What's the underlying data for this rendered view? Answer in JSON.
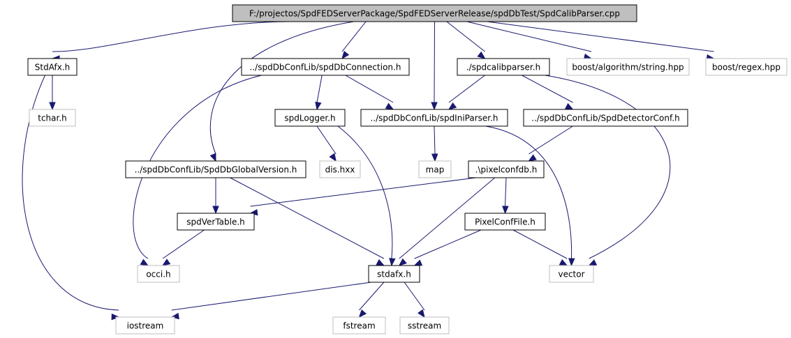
{
  "nodes": [
    {
      "id": "root",
      "label": "F:/projectos/SpdFEDServerPackage/SpdFEDServerRelease/spdDbTest/SpdCalibParser.cpp",
      "kind": "root"
    },
    {
      "id": "stdafx_h",
      "label": "StdAfx.h",
      "kind": "normal"
    },
    {
      "id": "spddbconnection",
      "label": "../spdDbConfLib/spdDbConnection.h",
      "kind": "normal"
    },
    {
      "id": "spdcalibparser",
      "label": "./spdcalibparser.h",
      "kind": "normal"
    },
    {
      "id": "boost_string",
      "label": "boost/algorithm/string.hpp",
      "kind": "external"
    },
    {
      "id": "boost_regex",
      "label": "boost/regex.hpp",
      "kind": "external"
    },
    {
      "id": "tchar",
      "label": "tchar.h",
      "kind": "external"
    },
    {
      "id": "spdlogger",
      "label": "spdLogger.h",
      "kind": "normal"
    },
    {
      "id": "spdiniparser",
      "label": "../spdDbConfLib/spdIniParser.h",
      "kind": "normal"
    },
    {
      "id": "spddetectorconf",
      "label": "../spdDbConfLib/SpdDetectorConf.h",
      "kind": "normal"
    },
    {
      "id": "spddbglobalversion",
      "label": "../spdDbConfLib/SpdDbGlobalVersion.h",
      "kind": "normal"
    },
    {
      "id": "dis",
      "label": "dis.hxx",
      "kind": "external"
    },
    {
      "id": "map",
      "label": "map",
      "kind": "external"
    },
    {
      "id": "pixelconfdb",
      "label": ".\\pixelconfdb.h",
      "kind": "normal"
    },
    {
      "id": "spdvertable",
      "label": "spdVerTable.h",
      "kind": "normal"
    },
    {
      "id": "pixelconffile",
      "label": "PixelConfFile.h",
      "kind": "normal"
    },
    {
      "id": "occi",
      "label": "occi.h",
      "kind": "external"
    },
    {
      "id": "stdafx_lower",
      "label": "stdafx.h",
      "kind": "normal"
    },
    {
      "id": "vector",
      "label": "vector",
      "kind": "external"
    },
    {
      "id": "iostream",
      "label": "iostream",
      "kind": "external"
    },
    {
      "id": "fstream",
      "label": "fstream",
      "kind": "external"
    },
    {
      "id": "sstream",
      "label": "sstream",
      "kind": "external"
    }
  ],
  "edges": [
    [
      "root",
      "stdafx_h"
    ],
    [
      "root",
      "spddbconnection"
    ],
    [
      "root",
      "spdcalibparser"
    ],
    [
      "root",
      "boost_string"
    ],
    [
      "root",
      "boost_regex"
    ],
    [
      "root",
      "spddbglobalversion"
    ],
    [
      "root",
      "spdiniparser"
    ],
    [
      "stdafx_h",
      "tchar"
    ],
    [
      "stdafx_h",
      "iostream"
    ],
    [
      "spddbconnection",
      "spdlogger"
    ],
    [
      "spddbconnection",
      "spdiniparser"
    ],
    [
      "spddbconnection",
      "occi"
    ],
    [
      "spdcalibparser",
      "spdiniparser"
    ],
    [
      "spdcalibparser",
      "spddetectorconf"
    ],
    [
      "spdcalibparser",
      "vector"
    ],
    [
      "spdlogger",
      "dis"
    ],
    [
      "spdlogger",
      "stdafx_lower"
    ],
    [
      "spdiniparser",
      "map"
    ],
    [
      "spdiniparser",
      "vector"
    ],
    [
      "spddetectorconf",
      "pixelconfdb"
    ],
    [
      "spddbglobalversion",
      "spdvertable"
    ],
    [
      "spddbglobalversion",
      "stdafx_lower"
    ],
    [
      "pixelconfdb",
      "spdvertable"
    ],
    [
      "pixelconfdb",
      "pixelconffile"
    ],
    [
      "pixelconfdb",
      "stdafx_lower"
    ],
    [
      "spdvertable",
      "occi"
    ],
    [
      "pixelconffile",
      "stdafx_lower"
    ],
    [
      "pixelconffile",
      "vector"
    ],
    [
      "stdafx_lower",
      "iostream"
    ],
    [
      "stdafx_lower",
      "fstream"
    ],
    [
      "stdafx_lower",
      "sstream"
    ]
  ],
  "colors": {
    "edge": "#191970",
    "root_fill": "#bfbfbf",
    "external_border": "#bfbfbf",
    "node_border": "#000000"
  }
}
